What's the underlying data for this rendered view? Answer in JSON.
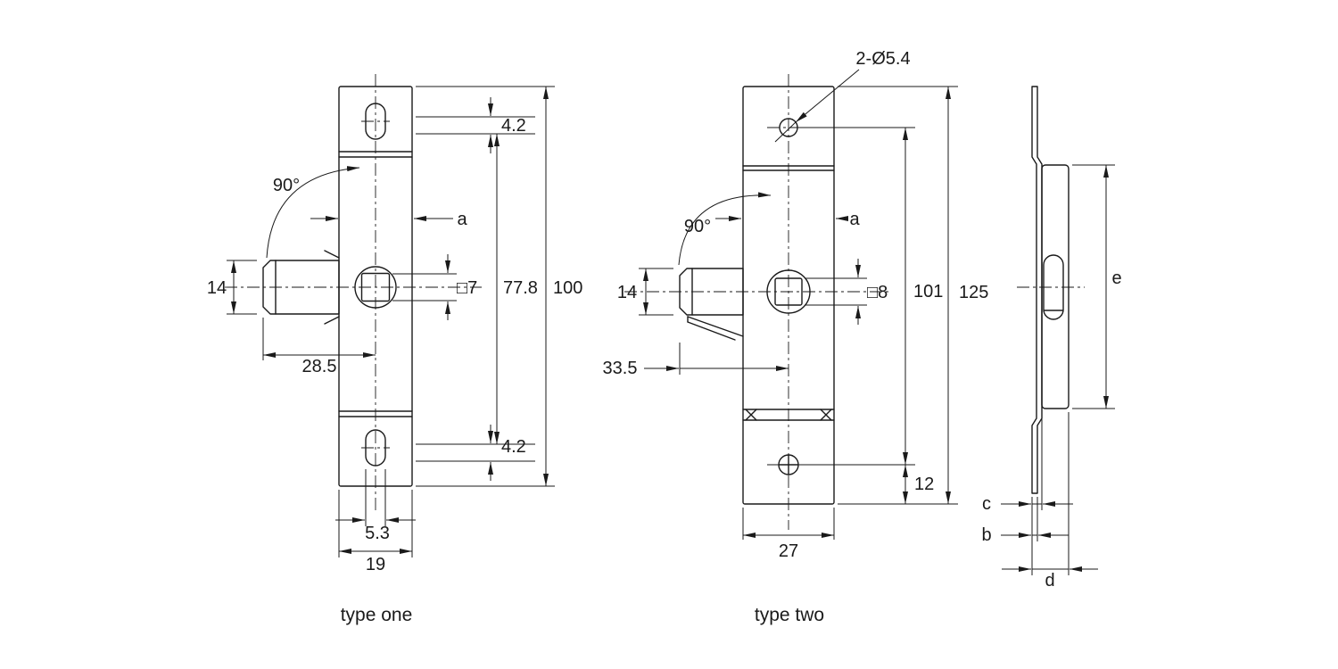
{
  "colors": {
    "line": "#1a1a1a",
    "background": "#ffffff"
  },
  "type_one": {
    "caption": "type one",
    "angle": "90°",
    "width_var": "a",
    "barrel_height": "14",
    "square_spindle": "□7",
    "inner_height": "77.8",
    "total_height": "100",
    "tab_offset_top": "4.2",
    "tab_offset_bottom": "4.2",
    "backset": "28.5",
    "slot_width": "5.3",
    "plate_width": "19"
  },
  "type_two": {
    "caption": "type two",
    "holes_note": "2-Ø5.4",
    "angle": "90°",
    "width_var": "a",
    "barrel_height": "14",
    "square_spindle": "□8",
    "hole_spacing": "101",
    "total_height": "125",
    "backset": "33.5",
    "screw_offset": "12",
    "plate_width": "27"
  },
  "side_view": {
    "housing_length": "e",
    "offset_c": "c",
    "thickness_b": "b",
    "depth_d": "d"
  }
}
